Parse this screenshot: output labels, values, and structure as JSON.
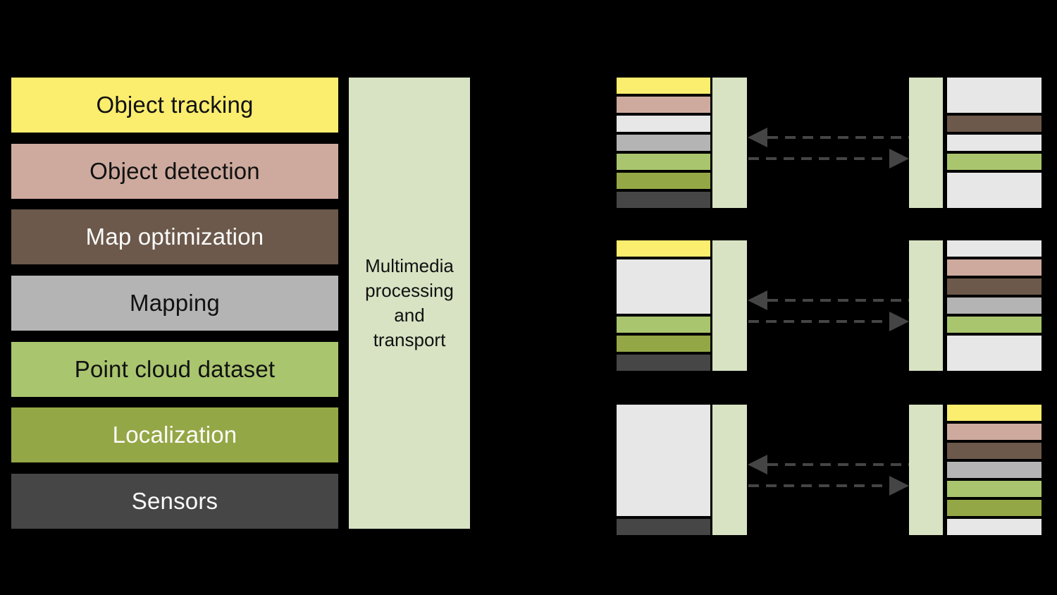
{
  "palette": {
    "background": "#000000",
    "transport": "#D8E3C3",
    "inactive": "#E7E7E7",
    "arrow": "#454545"
  },
  "layers": [
    {
      "id": "object_tracking",
      "label": "Object tracking",
      "color": "#FBED6E",
      "text": "dark"
    },
    {
      "id": "object_detection",
      "label": "Object detection",
      "color": "#CEAA9E",
      "text": "dark"
    },
    {
      "id": "map_optimization",
      "label": "Map optimization",
      "color": "#6C594B",
      "text": "light"
    },
    {
      "id": "mapping",
      "label": "Mapping",
      "color": "#B4B4B4",
      "text": "dark"
    },
    {
      "id": "point_cloud_dataset",
      "label": "Point cloud dataset",
      "color": "#A9C56E",
      "text": "dark"
    },
    {
      "id": "localization",
      "label": "Localization",
      "color": "#94A746",
      "text": "light"
    },
    {
      "id": "sensors",
      "label": "Sensors",
      "color": "#464646",
      "text": "light"
    }
  ],
  "transport_box": {
    "label_lines": [
      "Multimedia",
      "processing",
      "and",
      "transport"
    ]
  },
  "stacks": {
    "main": {
      "segments": [
        {
          "span": 1,
          "layer": "object_tracking"
        },
        {
          "span": 1,
          "layer": "object_detection"
        },
        {
          "span": 1,
          "layer": "map_optimization"
        },
        {
          "span": 1,
          "layer": "mapping"
        },
        {
          "span": 1,
          "layer": "point_cloud_dataset"
        },
        {
          "span": 1,
          "layer": "localization"
        },
        {
          "span": 1,
          "layer": "sensors"
        }
      ]
    }
  },
  "splits": [
    {
      "name": "split-1",
      "local": {
        "segments": [
          {
            "span": 1,
            "layer": "object_tracking"
          },
          {
            "span": 1,
            "layer": "object_detection"
          },
          {
            "span": 1,
            "layer": "inactive"
          },
          {
            "span": 1,
            "layer": "mapping"
          },
          {
            "span": 1,
            "layer": "point_cloud_dataset"
          },
          {
            "span": 1,
            "layer": "localization"
          },
          {
            "span": 1,
            "layer": "sensors"
          }
        ]
      },
      "remote": {
        "segments": [
          {
            "span": 2,
            "layer": "inactive"
          },
          {
            "span": 1,
            "layer": "map_optimization"
          },
          {
            "span": 1,
            "layer": "inactive"
          },
          {
            "span": 1,
            "layer": "point_cloud_dataset"
          },
          {
            "span": 2,
            "layer": "inactive"
          }
        ]
      }
    },
    {
      "name": "split-2",
      "local": {
        "segments": [
          {
            "span": 1,
            "layer": "object_tracking"
          },
          {
            "span": 3,
            "layer": "inactive"
          },
          {
            "span": 1,
            "layer": "point_cloud_dataset"
          },
          {
            "span": 1,
            "layer": "localization"
          },
          {
            "span": 1,
            "layer": "sensors"
          }
        ]
      },
      "remote": {
        "segments": [
          {
            "span": 1,
            "layer": "inactive"
          },
          {
            "span": 1,
            "layer": "object_detection"
          },
          {
            "span": 1,
            "layer": "map_optimization"
          },
          {
            "span": 1,
            "layer": "mapping"
          },
          {
            "span": 1,
            "layer": "point_cloud_dataset"
          },
          {
            "span": 2,
            "layer": "inactive"
          }
        ]
      }
    },
    {
      "name": "split-3",
      "local": {
        "segments": [
          {
            "span": 6,
            "layer": "inactive"
          },
          {
            "span": 1,
            "layer": "sensors"
          }
        ]
      },
      "remote": {
        "segments": [
          {
            "span": 1,
            "layer": "object_tracking"
          },
          {
            "span": 1,
            "layer": "object_detection"
          },
          {
            "span": 1,
            "layer": "map_optimization"
          },
          {
            "span": 1,
            "layer": "mapping"
          },
          {
            "span": 1,
            "layer": "point_cloud_dataset"
          },
          {
            "span": 1,
            "layer": "localization"
          },
          {
            "span": 1,
            "layer": "inactive"
          }
        ]
      }
    }
  ]
}
